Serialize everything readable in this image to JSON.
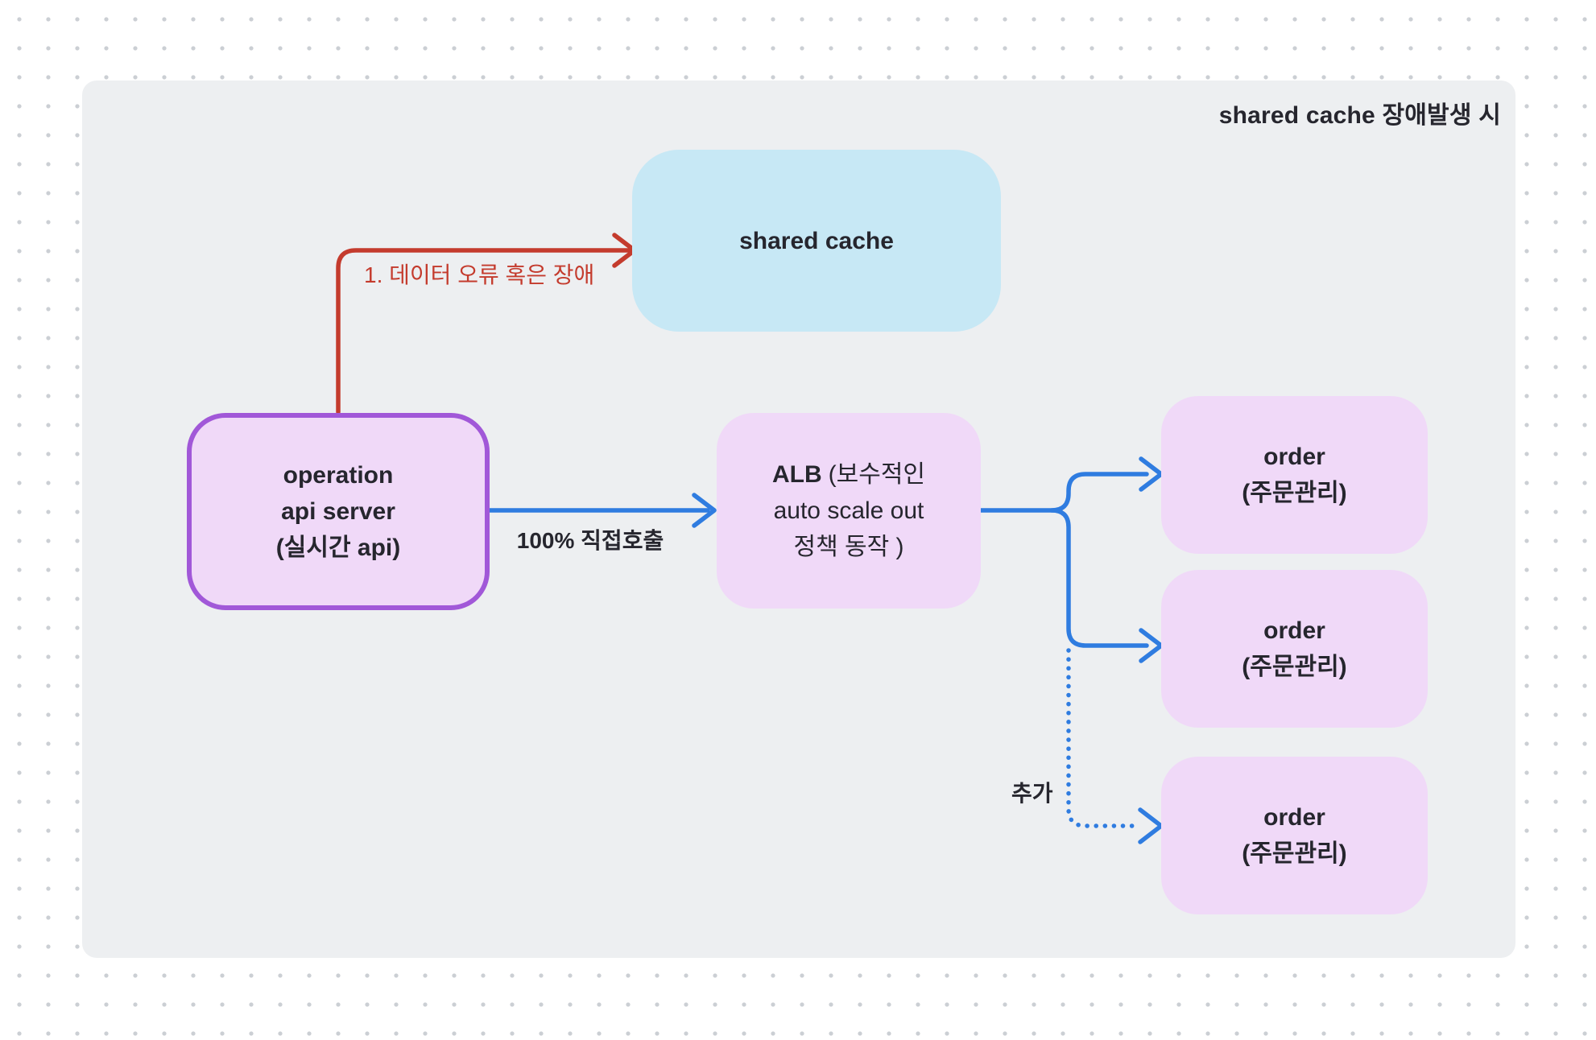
{
  "title": "shared cache 장애발생 시",
  "colors": {
    "page_bg": "#ffffff",
    "dot_grid": "#cbcfd4",
    "canvas_bg": "#edeff1",
    "node_purple_fill": "#f0d9f8",
    "operation_border": "#a158d8",
    "cache_fill": "#c7e8f5",
    "arrow_blue": "#2f7ce0",
    "arrow_red": "#c43b2d",
    "text_dark": "#26262e"
  },
  "nodes": {
    "shared_cache": {
      "label": "shared cache"
    },
    "operation": {
      "line1": "operation",
      "line2": "api server",
      "line3": "(실시간 api)"
    },
    "alb": {
      "bold": "ALB",
      "line1_rest": "(보수적인",
      "line2": "auto scale out",
      "line3": "정책 동작 )"
    },
    "orders": [
      {
        "line1": "order",
        "line2": "(주문관리)"
      },
      {
        "line1": "order",
        "line2": "(주문관리)"
      },
      {
        "line1": "order",
        "line2": "(주문관리)"
      }
    ]
  },
  "edges": {
    "cache_error": {
      "label": "1. 데이터 오류 혹은 장애"
    },
    "direct_call": {
      "label": "100% 직접호출"
    },
    "add_instance": {
      "label": "추가"
    }
  }
}
